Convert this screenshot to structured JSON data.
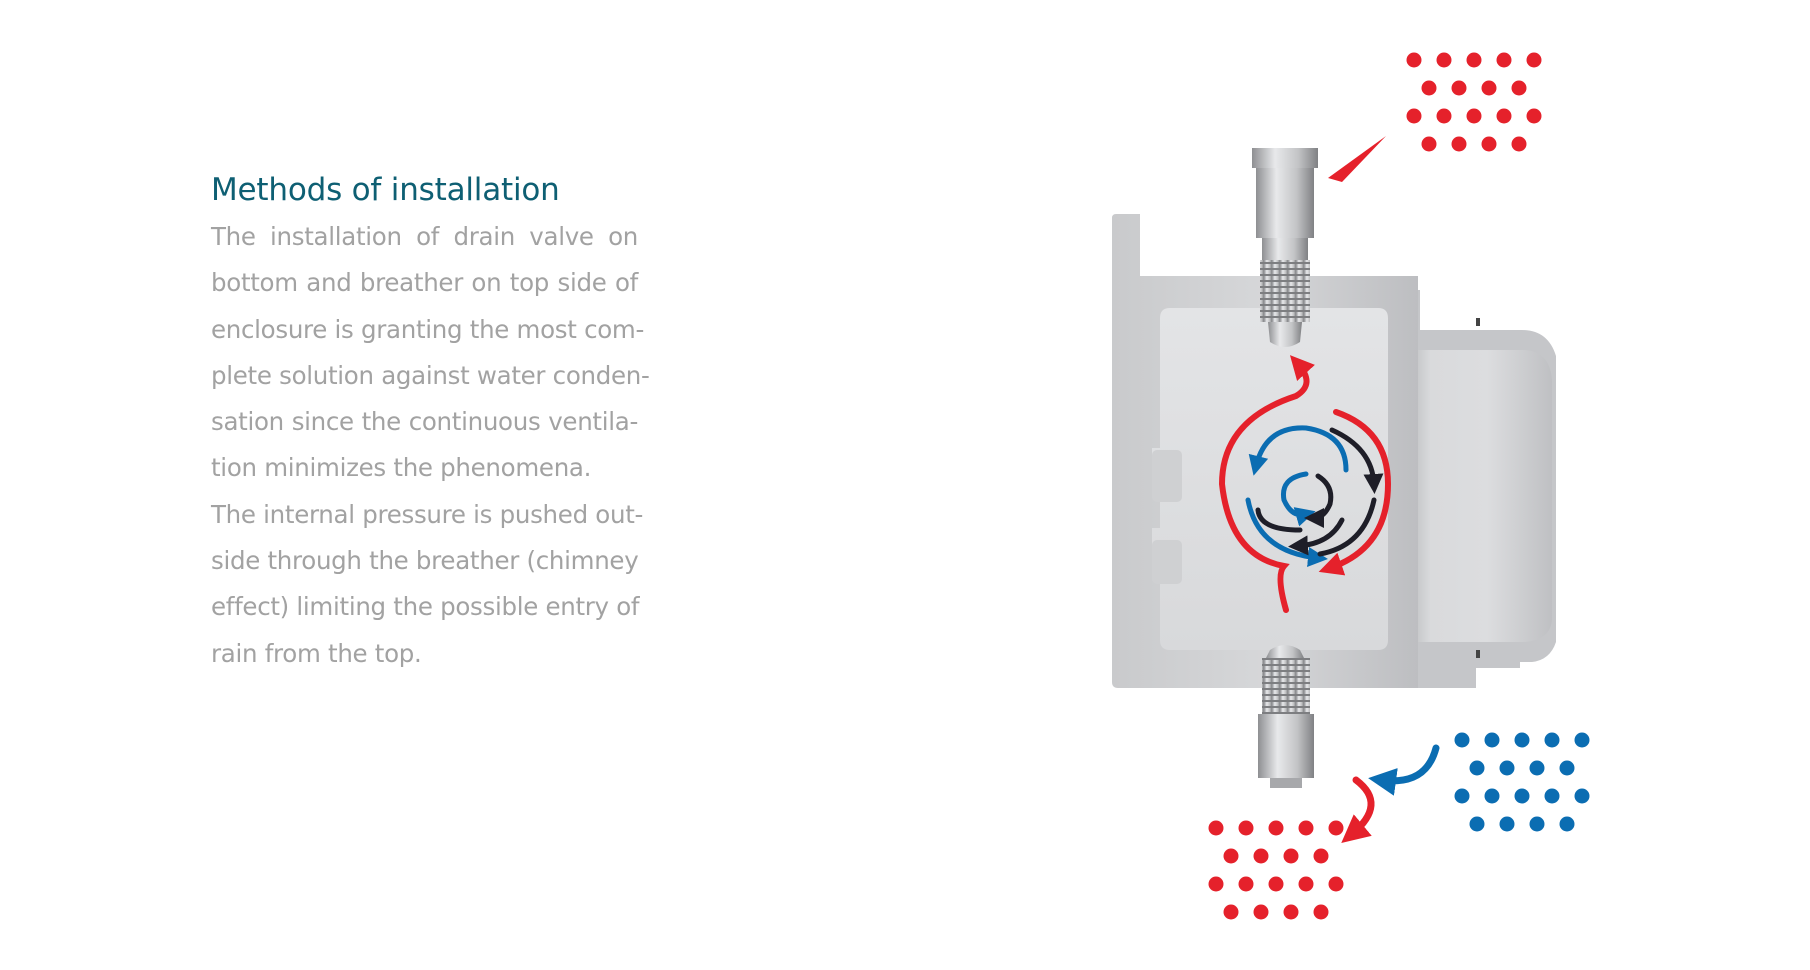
{
  "heading": "Methods of installation",
  "paragraph_lines": [
    "The installation of drain valve on",
    "bottom and breather on top side of",
    "enclosure is granting the most com-",
    "plete solution against water conden-",
    "sation since the continuous ventila-",
    "tion minimizes the phenomena.",
    "The internal pressure  is pushed out-",
    "side through the breather (chimney",
    "effect) limiting the possible entry of",
    "rain  from the top."
  ],
  "colors": {
    "heading": "#0e5f73",
    "body_text": "#a2a2a2",
    "warm_air": "#e5212b",
    "cold_air": "#0b6db2",
    "inner_flow": "#1e1e28",
    "housing": "#c2c3c6"
  },
  "icons": [
    "warm-air-dots-icon",
    "cold-air-dots-icon",
    "circulation-arrows-icon",
    "breather-valve-icon",
    "drain-valve-icon",
    "enclosure-cross-section-icon"
  ]
}
